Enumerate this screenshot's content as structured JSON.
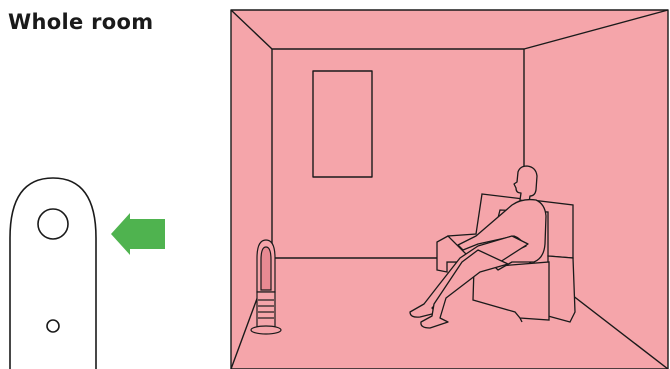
{
  "title": "Whole room",
  "colors": {
    "room_fill": "#f5a5aa",
    "arrow": "#4fb34f",
    "line": "#1a1a1a",
    "background": "#ffffff"
  },
  "remote": {
    "icon": "remote-control-icon",
    "buttons": [
      "top-button",
      "bottom-button"
    ]
  },
  "arrow": {
    "icon": "left-arrow-icon"
  },
  "scene": {
    "icons": [
      "room-illustration",
      "wall-picture-frame",
      "bladeless-fan-heater",
      "armchair",
      "seated-person"
    ]
  }
}
